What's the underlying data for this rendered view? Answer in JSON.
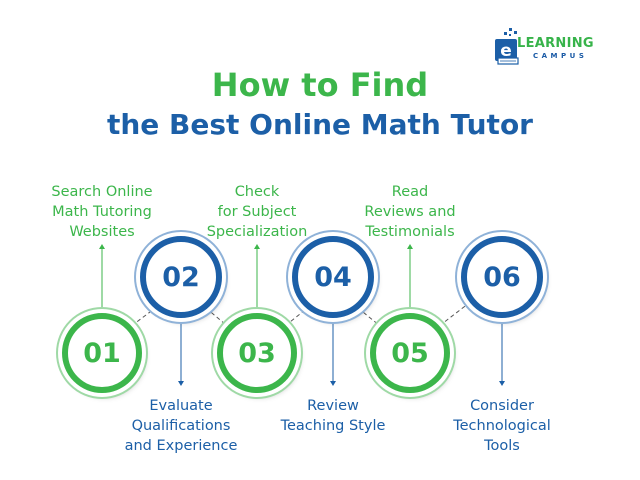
{
  "brand": {
    "logo_letter": "e",
    "logo_word1": "LEARNING",
    "logo_word2": "CAMPUS"
  },
  "title": {
    "line1": "How to Find",
    "line2": "the Best Online Math Tutor"
  },
  "steps": [
    {
      "number": "01",
      "label_lines": [
        "Search Online",
        "Math Tutoring",
        "Websites"
      ],
      "color": "green"
    },
    {
      "number": "02",
      "label_lines": [
        "Evaluate",
        "Qualifications",
        "and Experience"
      ],
      "color": "blue"
    },
    {
      "number": "03",
      "label_lines": [
        "Check",
        "for Subject",
        "Specialization"
      ],
      "color": "green"
    },
    {
      "number": "04",
      "label_lines": [
        "Review",
        "Teaching Style"
      ],
      "color": "blue"
    },
    {
      "number": "05",
      "label_lines": [
        "Read",
        "Reviews and",
        "Testimonials"
      ],
      "color": "green"
    },
    {
      "number": "06",
      "label_lines": [
        "Consider",
        "Technological",
        "Tools"
      ],
      "color": "blue"
    }
  ],
  "colors": {
    "green": "#3cb64b",
    "blue": "#1c5fa7"
  }
}
